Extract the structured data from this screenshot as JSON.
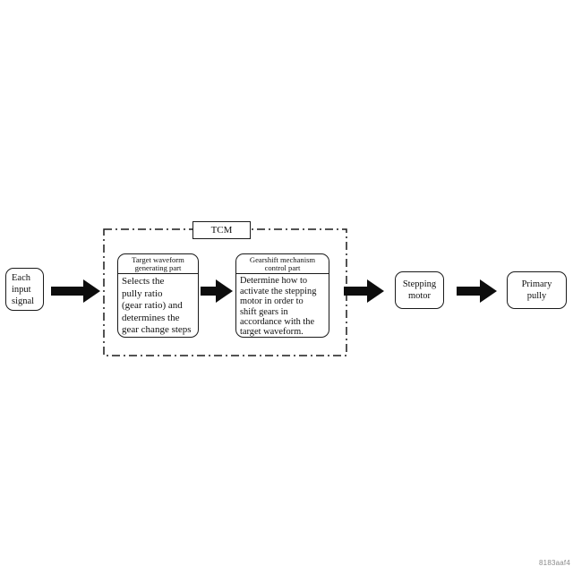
{
  "figure": {
    "code": "8183aaf4"
  },
  "colors": {
    "stroke": "#1a1a1a",
    "arrow": "#0d0d0d",
    "background": "#ffffff",
    "code_text": "#8a8a8a"
  },
  "diagram": {
    "tcm_label": "TCM",
    "input_box": {
      "lines": [
        "Each",
        "input",
        "signal"
      ]
    },
    "target_box": {
      "header_line1": "Target waveform",
      "header_line2": "generating part",
      "body_lines": [
        "Selects the",
        "pully ratio",
        "(gear ratio) and",
        "determines the",
        "gear change steps"
      ]
    },
    "gearshift_box": {
      "header_line1": "Gearshift mechanism",
      "header_line2": "control part",
      "body_lines": [
        "Determine how to",
        "activate the stepping",
        "motor in order to",
        "shift gears in",
        "accordance with the",
        "target waveform."
      ]
    },
    "stepping_box": {
      "lines": [
        "Stepping",
        "motor"
      ]
    },
    "primary_box": {
      "lines": [
        "Primary",
        "pully"
      ]
    }
  }
}
